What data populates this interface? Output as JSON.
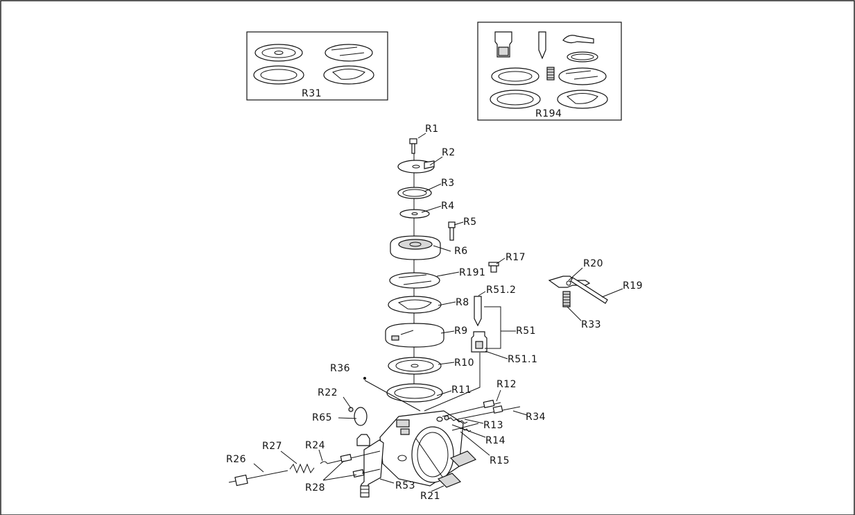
{
  "diagram": {
    "kits": {
      "kit_a": "R31",
      "kit_b": "R194"
    },
    "labels": {
      "R1": "R1",
      "R2": "R2",
      "R3": "R3",
      "R4": "R4",
      "R5": "R5",
      "R6": "R6",
      "R8": "R8",
      "R9": "R9",
      "R10": "R10",
      "R11": "R11",
      "R12": "R12",
      "R13": "R13",
      "R14": "R14",
      "R15": "R15",
      "R17": "R17",
      "R19": "R19",
      "R20": "R20",
      "R21": "R21",
      "R22": "R22",
      "R24": "R24",
      "R26": "R26",
      "R27": "R27",
      "R28": "R28",
      "R33": "R33",
      "R34": "R34",
      "R36": "R36",
      "R51": "R51",
      "R51_1": "R51.1",
      "R51_2": "R51.2",
      "R53": "R53",
      "R65": "R65",
      "R191": "R191"
    }
  }
}
